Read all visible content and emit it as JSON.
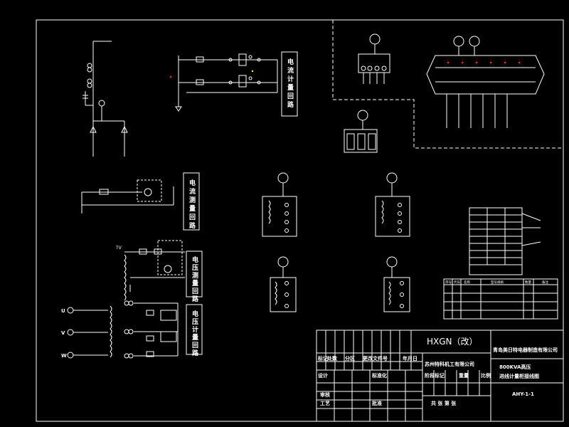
{
  "colors": {
    "background": "#000000",
    "line": "#ffffff",
    "yellow": "#ffff00",
    "red": "#ff3030"
  },
  "side_labels": {
    "current_meter_loop": "电流计量回路",
    "current_measure_loop": "电流测量回路",
    "voltage_measure_loop": "电压测量回路",
    "voltage_meter_loop": "电压计量回路"
  },
  "vt": {
    "label": "TV"
  },
  "phases": [
    "U",
    "V",
    "W"
  ],
  "table": {
    "headers": [
      "序号",
      "代号",
      "名称",
      "型号规格",
      "数量",
      "备注"
    ]
  },
  "title_block": {
    "product": "HXGN（改）",
    "company": "青岛美日特电器制造有限公司",
    "designer_company": "苏州特科机工有限公司",
    "title_line1": "800KVA高压",
    "title_line2": "进线计量柜接线图",
    "drawing_no": "AHY-1-1",
    "mark": "标记",
    "count": "处数",
    "zone": "分区",
    "change_doc": "更改文件号",
    "date": "年月日",
    "design": "设计",
    "standardization": "标准化",
    "stage_mark": "阶段标记",
    "weight": "重量",
    "ratio": "比例",
    "check": "审核",
    "process": "工艺",
    "approve": "批准",
    "sheets": "共 张 第 张"
  }
}
